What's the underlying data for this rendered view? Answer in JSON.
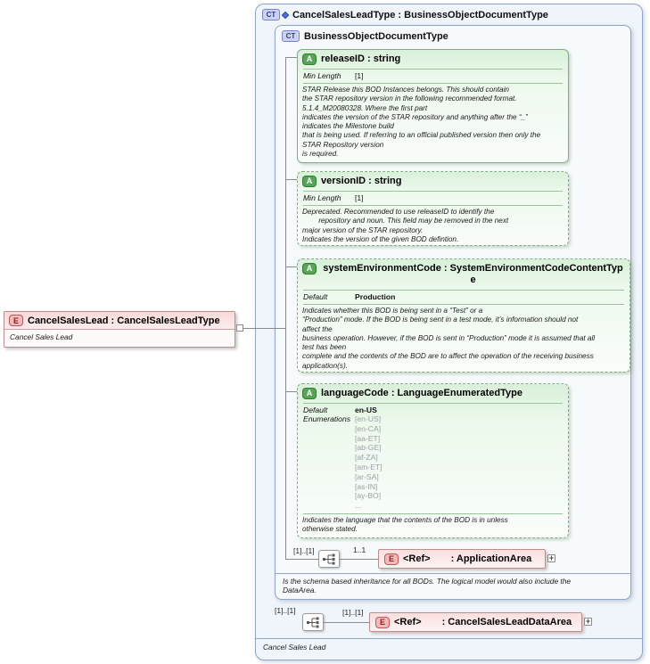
{
  "palette": {
    "element_fill": "#fbe3e3",
    "element_border": "#bd8e8e",
    "element_icon_accent": "#c25555",
    "attribute_fill": "#e4f5e4",
    "attribute_border": "#7fae7f",
    "attribute_icon_accent": "#2f7d2f",
    "complextype_fill": "#f2f7fc",
    "complextype_border": "#8fa5c5",
    "complextype_icon_accent": "#33389b"
  },
  "left_element": {
    "icon": "E",
    "title": "CancelSalesLead : CancelSalesLeadType",
    "annotation": "Cancel Sales Lead"
  },
  "outer_complex_type": {
    "icon": "CT",
    "title": "CancelSalesLeadType : BusinessObjectDocumentType",
    "footer_annotation": "Cancel Sales Lead"
  },
  "inner_complex_type": {
    "icon": "CT",
    "title": "BusinessObjectDocumentType",
    "footer_annotation": "Is the schema based inheritance for all BODs. The logical model would also include the\nDataArea."
  },
  "attributes": [
    {
      "icon": "A",
      "title": "releaseID : string",
      "facets": [
        {
          "label": "Min Length",
          "value": "[1]"
        }
      ],
      "annotation": "STAR Release this BOD Instances belongs. This should contain\nthe STAR repository version in the following recommended format.\n5.1.4_M20080328. Where the first part\nindicates the version of the STAR repository and anything after the “_”\nindicates the Milestone build\nthat is being used. If referring to an official published version then only the\nSTAR Repository version\nis required."
    },
    {
      "icon": "A",
      "title": "versionID : string",
      "facets": [
        {
          "label": "Min Length",
          "value": "[1]"
        }
      ],
      "annotation": "Deprecated. Recommended to use releaseID to identify the\n        repository and noun. This field may be removed in the next\nmajor version of the STAR repository.\nIndicates the version of the given BOD defintion."
    },
    {
      "icon": "A",
      "title": "systemEnvironmentCode : SystemEnvironmentCodeContentType",
      "facets": [
        {
          "label": "Default",
          "value": "Production"
        }
      ],
      "annotation": "Indicates whether this BOD is being sent in a “Test” or a\n“Production” mode. If the BOD is being sent in a test mode, it’s information should not\naffect the\nbusiness operation. However, if the BOD is sent in “Production” mode it is assumed that all\ntest has been\ncomplete and the contents of the BOD are to affect the operation of the receiving business\napplication(s)."
    },
    {
      "icon": "A",
      "title": "languageCode : LanguageEnumeratedType",
      "facets": [
        {
          "label": "Default",
          "value": "en-US"
        }
      ],
      "enumerations_label": "Enumerations",
      "enumerations": [
        "[en-US]",
        "[en-CA]",
        "[aa-ET]",
        "[ab-GE]",
        "[af-ZA]",
        "[am-ET]",
        "[ar-SA]",
        "[as-IN]",
        "[ay-BO]",
        "..."
      ],
      "annotation": "Indicates the language that the contents of the BOD is in unless\notherwise stated."
    }
  ],
  "sequence_inner": {
    "left_cardinality": "[1]..[1]",
    "line_cardinality": "1..1"
  },
  "sequence_outer": {
    "left_cardinality": "[1]..[1]",
    "line_cardinality": "[1]..[1]"
  },
  "application_area_ref": {
    "icon": "E",
    "name": "<Ref>",
    "type": ": ApplicationArea",
    "expand": "+"
  },
  "data_area_ref": {
    "icon": "E",
    "name": "<Ref>",
    "type": ": CancelSalesLeadDataArea",
    "expand": "+"
  }
}
